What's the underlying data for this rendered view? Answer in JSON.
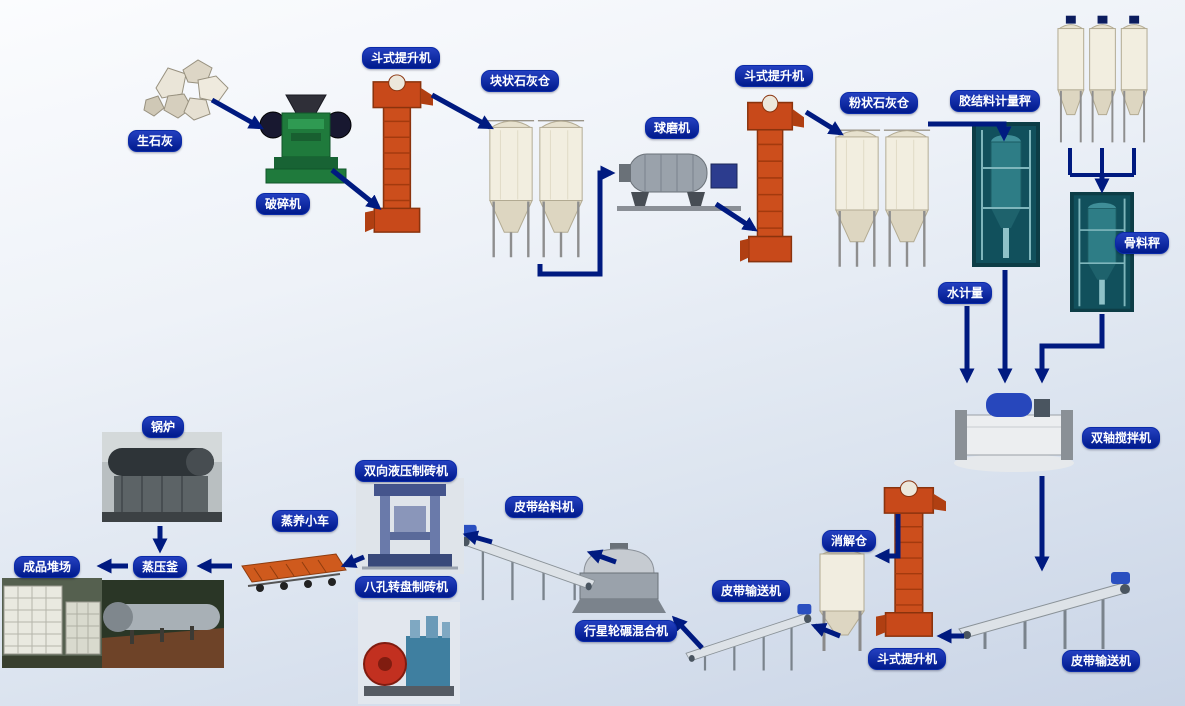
{
  "diagram": {
    "type": "process-flow",
    "arrow_color": "#001a80",
    "label_colors": {
      "background": "#001a8c",
      "text": "#ffffff"
    },
    "background": {
      "top": "#fbfcfe",
      "bottom": "#c9d4e6"
    },
    "nodes": [
      {
        "id": "quicklime",
        "label": "生石灰"
      },
      {
        "id": "crusher",
        "label": "破碎机"
      },
      {
        "id": "bucket-elevator-1",
        "label": "斗式提升机"
      },
      {
        "id": "lump-lime-silo",
        "label": "块状石灰仓"
      },
      {
        "id": "ball-mill",
        "label": "球磨机"
      },
      {
        "id": "bucket-elevator-2",
        "label": "斗式提升机"
      },
      {
        "id": "powder-lime-silo",
        "label": "粉状石灰仓"
      },
      {
        "id": "binder-weighing-scale",
        "label": "胶结料计量秤"
      },
      {
        "id": "aggregate-scale",
        "label": "骨料秤"
      },
      {
        "id": "water-meter",
        "label": "水计量"
      },
      {
        "id": "twin-shaft-mixer",
        "label": "双轴搅拌机"
      },
      {
        "id": "belt-conveyor-right",
        "label": "皮带输送机"
      },
      {
        "id": "bucket-elevator-3",
        "label": "斗式提升机"
      },
      {
        "id": "digestion-silo",
        "label": "消解仓"
      },
      {
        "id": "belt-conveyor-mid",
        "label": "皮带输送机"
      },
      {
        "id": "planetary-mixer",
        "label": "行星轮碾混合机"
      },
      {
        "id": "belt-feeder",
        "label": "皮带给料机"
      },
      {
        "id": "hydraulic-brick-machine",
        "label": "双向液压制砖机"
      },
      {
        "id": "rotary-brick-machine",
        "label": "八孔转盘制砖机"
      },
      {
        "id": "steam-curing-trolley",
        "label": "蒸养小车"
      },
      {
        "id": "autoclave",
        "label": "蒸压釜"
      },
      {
        "id": "boiler",
        "label": "锅炉"
      },
      {
        "id": "product-yard",
        "label": "成品堆场"
      }
    ]
  }
}
